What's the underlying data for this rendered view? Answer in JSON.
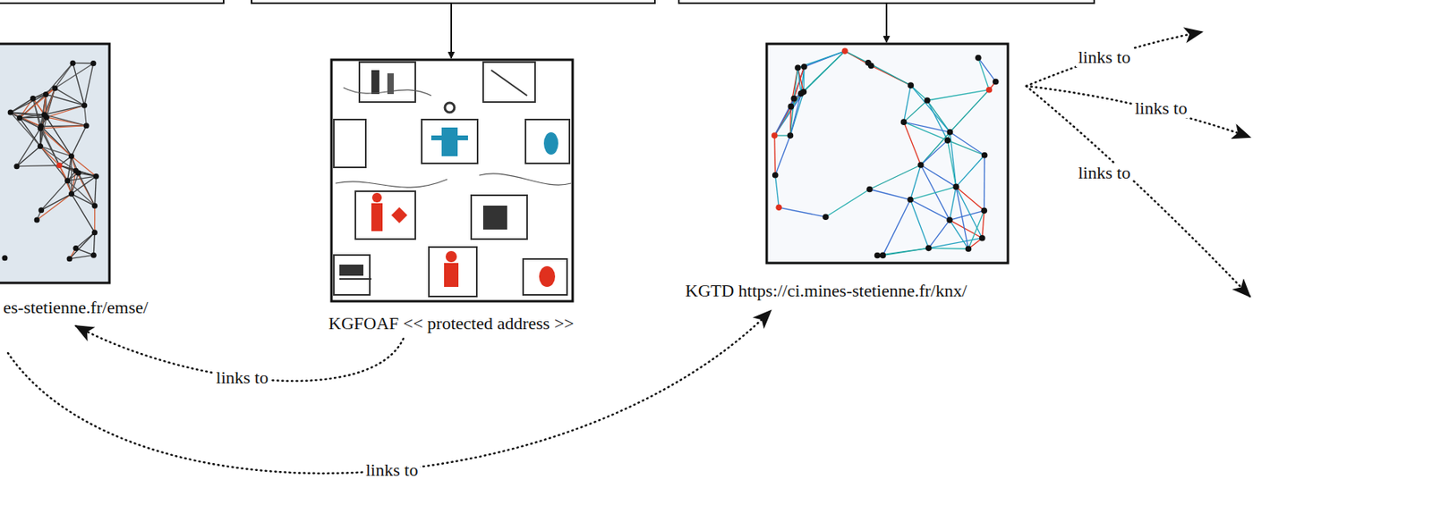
{
  "diagram": {
    "nodes": [
      {
        "text": [
          "es-stetienne.fr/emse/"
        ]
      },
      {
        "text": [
          "KGFOAF << protected address >>"
        ]
      },
      {
        "text": [
          "KGTD https://ci.mines-stetienne.fr/knx/"
        ]
      }
    ],
    "edges": [
      {
        "from": 1,
        "to": 0,
        "arrow": "to",
        "label": "links to"
      },
      {
        "from": 0,
        "to": 2,
        "arrow": "to",
        "label": "links to"
      }
    ],
    "labels": [
      "links to",
      "links to",
      "links to"
    ]
  }
}
